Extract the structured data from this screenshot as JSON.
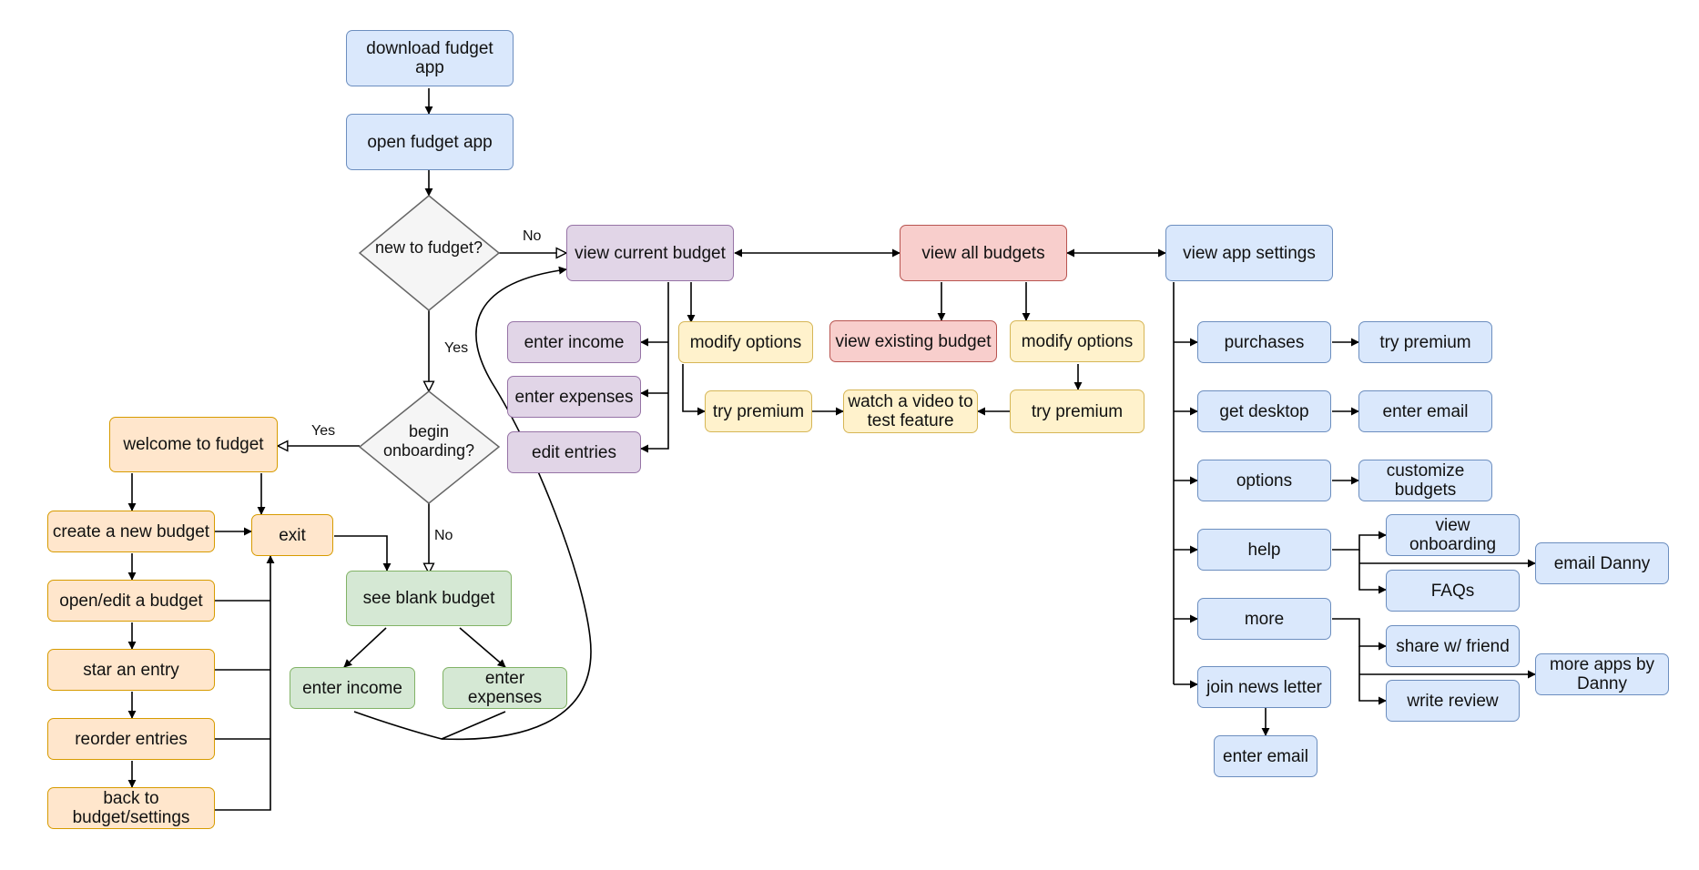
{
  "colors": {
    "blue": "#dae8fc",
    "purple": "#e1d5e7",
    "red": "#f8cecc",
    "yellow": "#fff2cc",
    "orange": "#ffe6cc",
    "green": "#d5e8d4",
    "decision": "#f5f5f5"
  },
  "nodes": {
    "download_app": "download fudget app",
    "open_app": "open fudget app",
    "new_to_fudget": "new to fudget?",
    "begin_onboarding": "begin onboarding?",
    "view_current_budget": "view current budget",
    "view_all_budgets": "view all budgets",
    "view_app_settings": "view app settings",
    "enter_income_p": "enter income",
    "enter_expenses_p": "enter expenses",
    "edit_entries": "edit entries",
    "modify_options_1": "modify options",
    "try_premium_1": "try premium",
    "watch_video": "watch a video to test feature",
    "view_existing_budget": "view existing budget",
    "modify_options_2": "modify options",
    "try_premium_2": "try premium",
    "welcome": "welcome to fudget",
    "create_budget": "create a new budget",
    "exit": "exit",
    "open_edit_budget": "open/edit a budget",
    "star_entry": "star an entry",
    "reorder_entries": "reorder entries",
    "back_to": "back to budget/settings",
    "see_blank_budget": "see blank budget",
    "enter_income_g": "enter income",
    "enter_expenses_g": "enter expenses",
    "purchases": "purchases",
    "try_premium_3": "try premium",
    "get_desktop": "get desktop",
    "enter_email_1": "enter email",
    "options": "options",
    "customize_budgets": "customize budgets",
    "help": "help",
    "view_onboarding": "view onboarding",
    "faqs": "FAQs",
    "email_danny": "email Danny",
    "more": "more",
    "share_friend": "share w/ friend",
    "write_review": "write review",
    "more_apps": "more apps by Danny",
    "join_newsletter": "join news letter",
    "enter_email_2": "enter email"
  },
  "edge_labels": {
    "no_1": "No",
    "yes_1": "Yes",
    "yes_2": "Yes",
    "no_2": "No"
  }
}
